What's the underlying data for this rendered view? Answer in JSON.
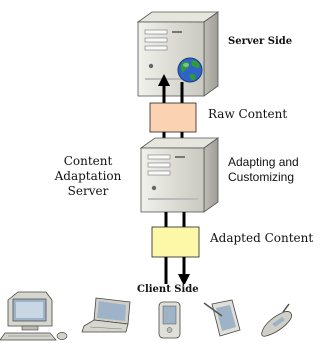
{
  "labels": {
    "server_side": "Server Side",
    "raw_content": "Raw Content",
    "content_adaptation_server": [
      "Content",
      "Adaptation",
      "Server"
    ],
    "adapting_customizing": [
      "Adapting and",
      "Customizing"
    ],
    "adapted_content": "Adapted Content",
    "client_side": "Client Side"
  },
  "colors": {
    "raw_content_box": "#fbd2b2",
    "adapted_content_box": "#fcf8a8",
    "server_body": "#dcdcd4",
    "arrow": "#000000",
    "globe_blue": "#2f63c8",
    "globe_green": "#2e9a3a"
  },
  "icons": {
    "top_server": "server-tower-icon",
    "globe": "globe-icon",
    "middle_server": "server-tower-icon",
    "client_devices": [
      "desktop-computer-icon",
      "laptop-icon",
      "pda-icon",
      "tablet-icon",
      "mobile-phone-icon"
    ]
  }
}
